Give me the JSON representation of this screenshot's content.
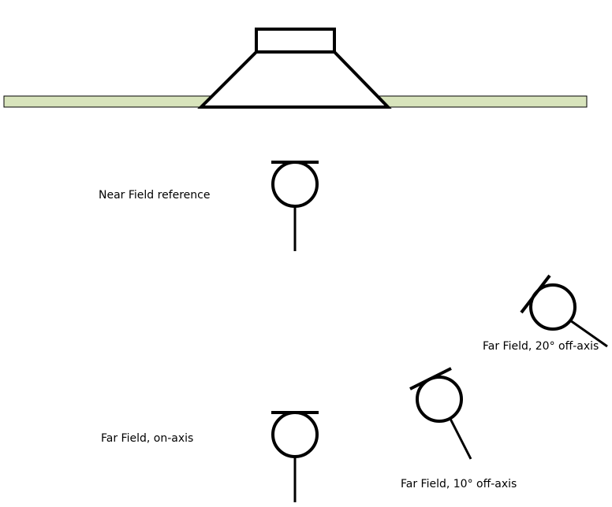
{
  "colors": {
    "stroke": "#000000",
    "baffle_fill": "#d8e4bc",
    "background": "#ffffff"
  },
  "labels": {
    "near_field": "Near Field reference",
    "far_field_on_axis": "Far Field, on-axis",
    "far_field_20_off_axis": "Far Field, 20° off-axis",
    "far_field_10_off_axis": "Far Field, 10° off-axis"
  },
  "microphones": {
    "near_field": {
      "angle_deg": 0
    },
    "far_field_on_axis": {
      "angle_deg": 0
    },
    "far_field_10_off_axis": {
      "angle_deg": 10
    },
    "far_field_20_off_axis": {
      "angle_deg": 20
    }
  }
}
